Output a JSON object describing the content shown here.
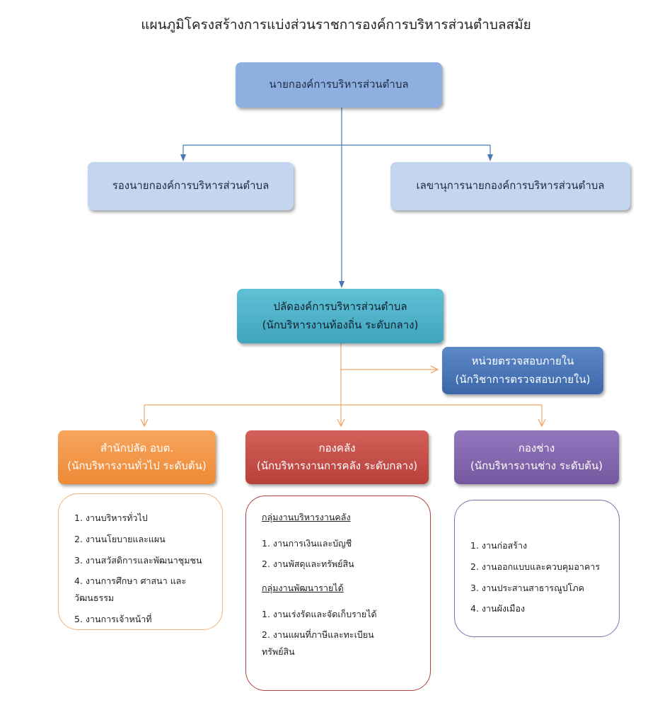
{
  "title": "แผนภูมิโครงสร้างการแบ่งส่วนราชการองค์การบริหารส่วนตำบลสมัย",
  "nodes": {
    "mayor": "นายกองค์การบริหารส่วนตำบล",
    "deputy_mayor": "รองนายกองค์การบริหารส่วนตำบล",
    "mayor_secretary": "เลขานุการนายกองค์การบริหารส่วนตำบล",
    "clerk": {
      "title": "ปลัดองค์การบริหารส่วนตำบล",
      "subtitle": "(นักบริหารงานท้องถิ่น ระดับกลาง)"
    },
    "internal_audit": {
      "title": "หน่วยตรวจสอบภายใน",
      "subtitle": "(นักวิชาการตรวจสอบภายใน)"
    },
    "clerk_office": {
      "title": "สำนักปลัด อบต.",
      "subtitle": "(นักบริหารงานทั่วไป ระดับต้น)"
    },
    "finance_division": {
      "title": "กองคลัง",
      "subtitle": "(นักบริหารงานการคลัง ระดับกลาง)"
    },
    "engineering_division": {
      "title": "กองช่าง",
      "subtitle": "(นักบริหารงานช่าง ระดับต้น)"
    }
  },
  "clerk_office_tasks": [
    "1. งานบริหารทั่วไป",
    "2. งานนโยบายและแผน",
    "3. งานสวัสดิการและพัฒนาชุมชน",
    "4. งานการศึกษา ศาสนา และวัฒนธรรม",
    "5. งานการเจ้าหน้าที่"
  ],
  "finance_groups": [
    {
      "heading": "กลุ่มงานบริหารงานคลัง",
      "items": [
        "1. งานการเงินและบัญชี",
        "2. งานพัสดุและทรัพย์สิน"
      ]
    },
    {
      "heading": "กลุ่มงานพัฒนารายได้",
      "items": [
        "1. งานเร่งรัดและจัดเก็บรายได้",
        "2. งานแผนที่ภาษีและทะเบียนทรัพย์สิน"
      ]
    }
  ],
  "engineering_tasks": [
    "1. งานก่อสร้าง",
    "2. งานออกแบบและควบคุมอาคาร",
    "3. งานประสานสาธารณูปโภค",
    "4. งานผังเมือง"
  ],
  "colors": {
    "top_connector": "#4a76b8",
    "bottom_connector": "#f0a86b",
    "mayor_fill": "#8eb0e0",
    "assistant_fill": "#c3d5ef",
    "clerk_fill": "#4fb3cb",
    "audit_fill": "#4a78bb",
    "office_fill": "#f29847",
    "finance_fill": "#c5504b",
    "engineering_fill": "#8467ae"
  }
}
